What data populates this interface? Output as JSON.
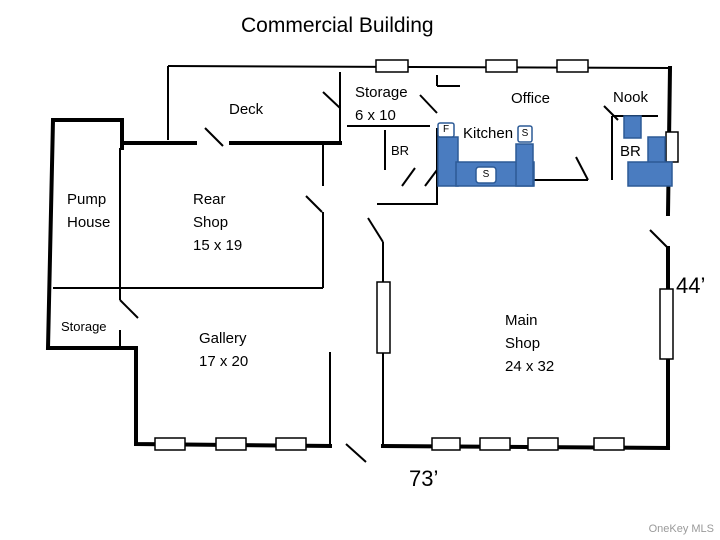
{
  "title": "Commercial Building",
  "rooms": {
    "deck": "Deck",
    "storage_top": "Storage",
    "storage_top_size": "6 x 10",
    "office": "Office",
    "nook": "Nook",
    "kitchen": "Kitchen",
    "br_left": "BR",
    "br_right": "BR",
    "pump_house_line1": "Pump",
    "pump_house_line2": "House",
    "rear_shop_line1": "Rear",
    "rear_shop_line2": "Shop",
    "rear_shop_size": "15 x 19",
    "storage_left": "Storage",
    "gallery": "Gallery",
    "gallery_size": "17 x 20",
    "main_shop_line1": "Main",
    "main_shop_line2": "Shop",
    "main_shop_size": "24 x 32"
  },
  "fixtures": {
    "fridge": "F",
    "sink_upper": "S",
    "sink_lower": "S"
  },
  "dimensions": {
    "depth": "44’",
    "width": "73’"
  },
  "watermark": "OneKey MLS",
  "colors": {
    "fixture_fill": "#4a7cc0",
    "fixture_stroke": "#2c5a96",
    "wall": "#000000"
  }
}
